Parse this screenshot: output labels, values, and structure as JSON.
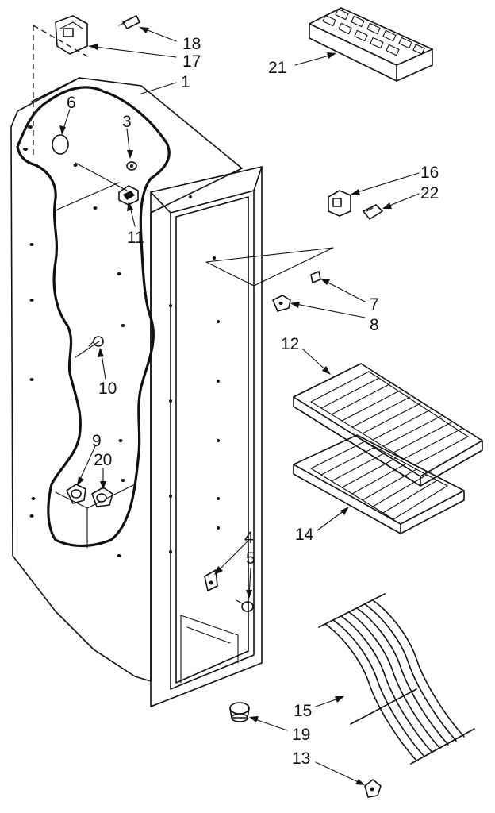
{
  "labels": {
    "l1": "1",
    "l3": "3",
    "l4": "4",
    "l5": "5",
    "l6": "6",
    "l7": "7",
    "l8": "8",
    "l9": "9",
    "l10": "10",
    "l11": "11",
    "l12": "12",
    "l13": "13",
    "l14": "14",
    "l15": "15",
    "l16": "16",
    "l17": "17",
    "l18": "18",
    "l19": "19",
    "l20": "20",
    "l21": "21",
    "l22": "22"
  }
}
